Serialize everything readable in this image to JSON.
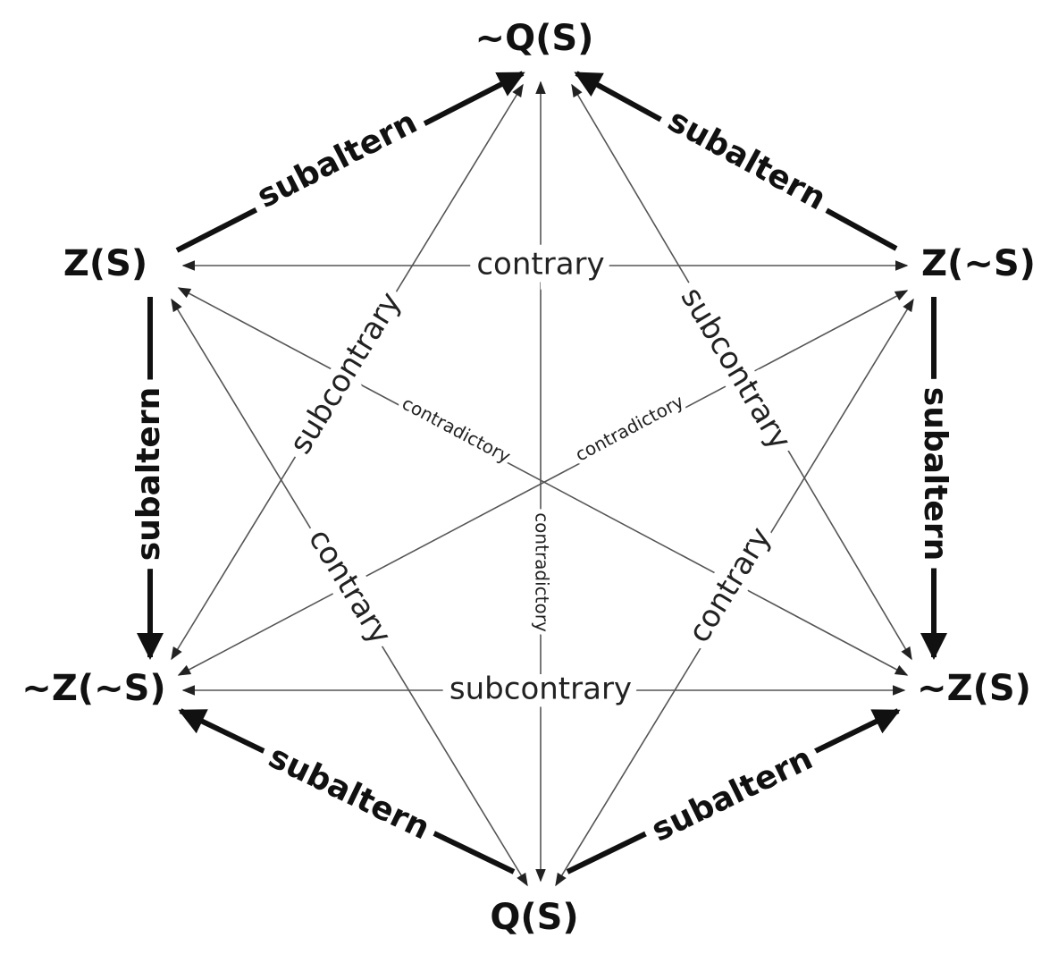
{
  "nodes": {
    "not_q_s": "~Q(S)",
    "z_s": "Z(S)",
    "z_not_s": "Z(~S)",
    "not_z_not_s": "~Z(~S)",
    "not_z_s": "~Z(S)",
    "q_s": "Q(S)"
  },
  "edges": {
    "sub_tl": "subaltern",
    "sub_tr": "subaltern",
    "sub_l": "subaltern",
    "sub_r": "subaltern",
    "sub_bl": "subaltern",
    "sub_br": "subaltern",
    "contrary_top": "contrary",
    "subcontrary_bottom": "subcontrary",
    "contradictory_vertical": "contradictory",
    "contradictory_diag1": "contradictory",
    "contradictory_diag2": "contradictory",
    "subcontrary_left": "subcontrary",
    "subcontrary_right": "subcontrary",
    "contrary_left": "contrary",
    "contrary_right": "contrary"
  }
}
